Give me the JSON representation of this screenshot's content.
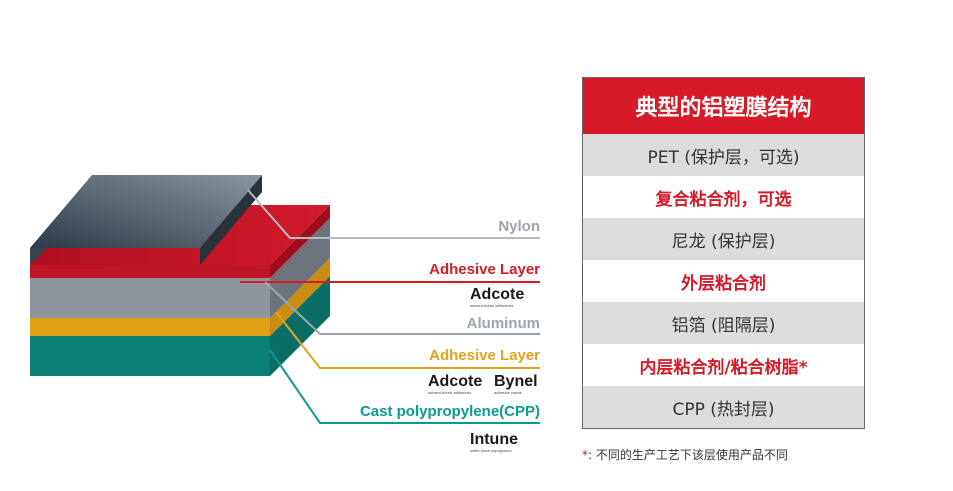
{
  "layers": {
    "nylon": {
      "label": "Nylon",
      "color": "#9ea4ab"
    },
    "adhesive_outer": {
      "label": "Adhesive Layer",
      "color": "#d71a28",
      "brand": "Adcote",
      "brand_tagline": "solvent-borne adhesives"
    },
    "aluminum": {
      "label": "Aluminum",
      "color": "#9ea4ab"
    },
    "adhesive_inner": {
      "label": "Adhesive Layer",
      "color": "#e3a21a",
      "brands": [
        {
          "name": "Adcote",
          "tagline": "solvent-borne adhesives"
        },
        {
          "name": "Bynel",
          "tagline": "adhesive resins"
        }
      ]
    },
    "cpp": {
      "label": "Cast polypropylene(CPP)",
      "color": "#0e9a8e",
      "brand": "Intune",
      "brand_tagline": "olefin block copolymers"
    }
  },
  "table": {
    "title": "典型的铝塑膜结构",
    "rows": [
      {
        "text": "PET (保护层，可选)",
        "style": "gray"
      },
      {
        "text": "复合粘合剂，可选",
        "style": "red"
      },
      {
        "text": "尼龙 (保护层)",
        "style": "gray"
      },
      {
        "text": "外层粘合剂",
        "style": "red"
      },
      {
        "text": "铝箔 (阻隔层)",
        "style": "gray"
      },
      {
        "text": "内层粘合剂/粘合树脂*",
        "style": "red"
      },
      {
        "text": "CPP (热封层)",
        "style": "gray"
      }
    ]
  },
  "footnote": {
    "star": "*",
    "text": ": 不同的生产工艺下该层使用产品不同"
  }
}
